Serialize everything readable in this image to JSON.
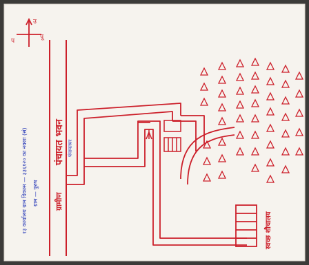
{
  "map": {
    "header_note": "१३ कार्यालय ग्राम विकास — ३३६१२० का नक्शा (सं)",
    "header_sub": "ग्राम — पुरुष",
    "compass_n": "उ",
    "compass_w": "प",
    "compass_e": "पू",
    "road_name": "ग्रामीण",
    "office_label": "पंचायत भवन",
    "office_sub": "पंचायतघर",
    "pump_label": "स्वच्छ शौचालय",
    "triangle_label": "△",
    "square_label": "□"
  },
  "colors": {
    "ink_red": "#cc1f2a",
    "ink_blue": "#2a3bb8",
    "paper": "#f6f3ee"
  }
}
